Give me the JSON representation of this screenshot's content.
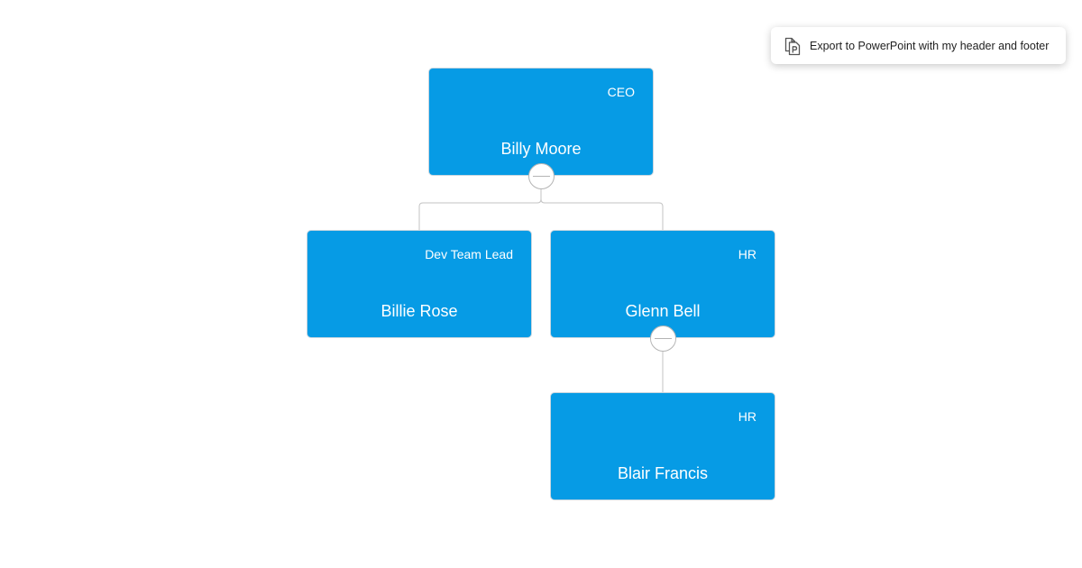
{
  "toolbar": {
    "export_label": "Export to PowerPoint with my header and footer",
    "export_icon": "powerpoint-file-icon"
  },
  "org_chart": {
    "node_color": "#069be5",
    "nodes": [
      {
        "id": "billy",
        "name": "Billy Moore",
        "title": "CEO",
        "parent": null,
        "expanded": true
      },
      {
        "id": "billie",
        "name": "Billie Rose",
        "title": "Dev Team Lead",
        "parent": "billy",
        "expanded": null
      },
      {
        "id": "glenn",
        "name": "Glenn Bell",
        "title": "HR",
        "parent": "billy",
        "expanded": true
      },
      {
        "id": "blair",
        "name": "Blair Francis",
        "title": "HR",
        "parent": "glenn",
        "expanded": null
      }
    ]
  }
}
